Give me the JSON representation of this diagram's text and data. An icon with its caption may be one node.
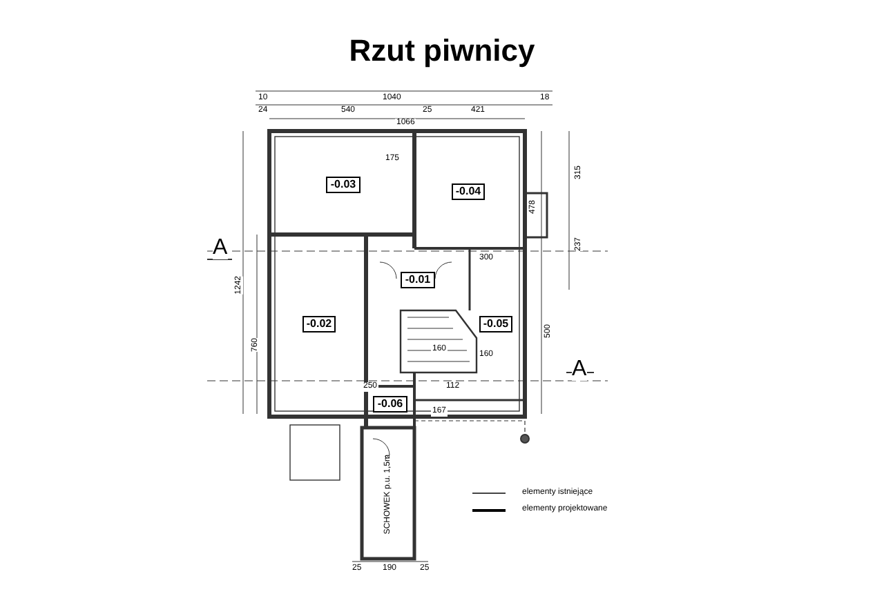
{
  "diagram": {
    "title": "Rzut piwnicy",
    "nodes": [
      {
        "text": [
          "-0.03"
        ]
      },
      {
        "text": [
          "-0.04"
        ]
      },
      {
        "text": [
          "-0.01"
        ]
      },
      {
        "text": [
          "-0.02"
        ]
      },
      {
        "text": [
          "-0.05"
        ]
      },
      {
        "text": [
          "-0.06"
        ]
      },
      {
        "text": [
          "SCHOWEK p.u. 1,5m$^{2}$"
        ]
      }
    ],
    "labels": [
      "10",
      "1040",
      "18",
      "24",
      "540",
      "25",
      "421",
      "1066",
      "175",
      "315",
      "478",
      "A",
      "300",
      "237",
      "1242",
      "500",
      "760",
      "160",
      "160",
      "A",
      "250",
      "112",
      "167",
      "25",
      "190",
      "25"
    ],
    "legend": [
      {
        "text": "elementy istniejące"
      },
      {
        "text": "elementy projektowane"
      }
    ]
  }
}
